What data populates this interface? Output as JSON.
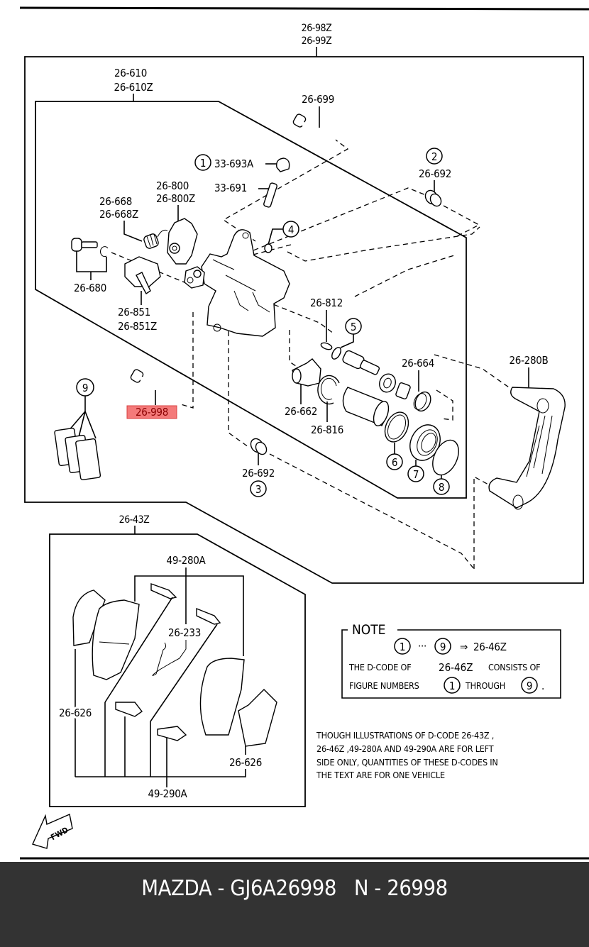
{
  "diagram": {
    "assembly_label_top": [
      "26-98Z",
      "26-99Z"
    ],
    "caliper_label": [
      "26-610",
      "26-610Z"
    ],
    "parts": {
      "guide_bolt_upper": "26-699",
      "cap": "33-693A",
      "bleeder": "33-691",
      "boot_upper": "26-692",
      "lever": [
        "26-800",
        "26-800Z"
      ],
      "spring": [
        "26-668",
        "26-668Z"
      ],
      "bolt_set": "26-680",
      "clip": [
        "26-851",
        "26-851Z"
      ],
      "rod_seal": "26-812",
      "adjuster": "26-664",
      "bracket": "26-280B",
      "guide_bolt_lower": "26-998",
      "sleeve": "26-662",
      "snap_ring": "26-816",
      "boot_lower": "26-692",
      "pad_set": "26-43Z",
      "shim_kit": "49-280A",
      "wear_indicator": "26-233",
      "shim_left": "26-626",
      "shim_right": "26-626",
      "clip_kit": "49-290A"
    },
    "circled_numbers": [
      "1",
      "2",
      "3",
      "4",
      "5",
      "6",
      "7",
      "8",
      "9"
    ],
    "highlighted_part": "26-998",
    "highlight_color": "#f47a7a",
    "note": {
      "heading": "NOTE",
      "range_start": "1",
      "range_dots": "···",
      "range_end": "9",
      "arrow": "⇒",
      "range_code": "26-46Z",
      "line2_prefix": "THE D-CODE OF",
      "line2_code": "26-46Z",
      "line2_suffix": "CONSISTS OF",
      "line3_prefix": "FIGURE NUMBERS",
      "line3_start": "1",
      "line3_mid": "THROUGH",
      "line3_end": "9",
      "line3_period": "."
    },
    "disclaimer": [
      "THOUGH ILLUSTRATIONS OF D-CODE 26-43Z ,",
      "26-46Z ,49-280A AND 49-290A ARE FOR LEFT",
      "SIDE ONLY, QUANTITIES OF THESE D-CODES IN",
      "THE TEXT ARE FOR ONE VEHICLE"
    ],
    "fwd_label": "FWD"
  },
  "footer": {
    "title": "MAZDA - GJ6A26998   N - 26998"
  }
}
